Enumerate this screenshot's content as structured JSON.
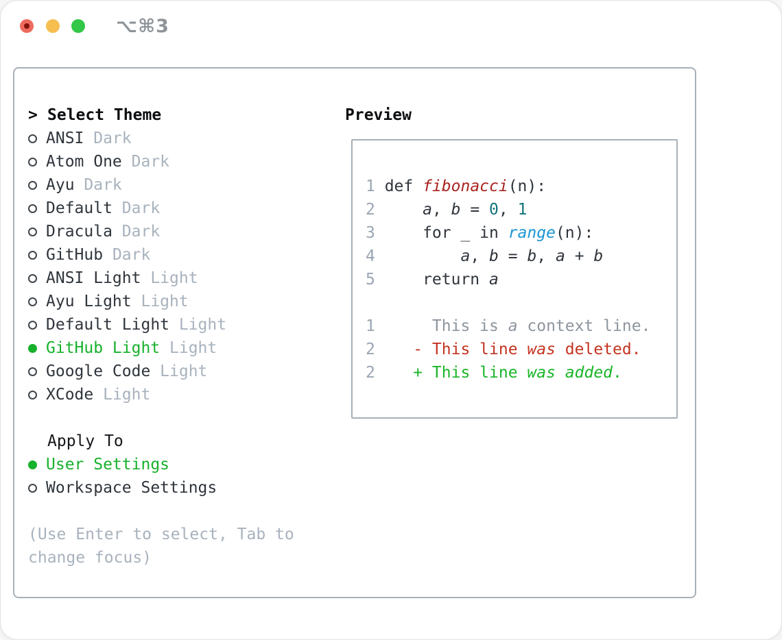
{
  "window": {
    "shortcut": "⌥⌘3"
  },
  "left": {
    "prompt": ">",
    "title": "Select Theme",
    "themes": [
      {
        "name": "ANSI",
        "variant": "Dark",
        "selected": false
      },
      {
        "name": "Atom One",
        "variant": "Dark",
        "selected": false
      },
      {
        "name": "Ayu",
        "variant": "Dark",
        "selected": false
      },
      {
        "name": "Default",
        "variant": "Dark",
        "selected": false
      },
      {
        "name": "Dracula",
        "variant": "Dark",
        "selected": false
      },
      {
        "name": "GitHub",
        "variant": "Dark",
        "selected": false
      },
      {
        "name": "ANSI Light",
        "variant": "Light",
        "selected": false
      },
      {
        "name": "Ayu Light",
        "variant": "Light",
        "selected": false
      },
      {
        "name": "Default Light",
        "variant": "Light",
        "selected": false
      },
      {
        "name": "GitHub Light",
        "variant": "Light",
        "selected": true
      },
      {
        "name": "Google Code",
        "variant": "Light",
        "selected": false
      },
      {
        "name": "XCode",
        "variant": "Light",
        "selected": false
      }
    ],
    "apply_to": {
      "title": "Apply To",
      "options": [
        {
          "label": "User Settings",
          "selected": true
        },
        {
          "label": "Workspace Settings",
          "selected": false
        }
      ]
    },
    "hint_lines": [
      "(Use Enter to select, Tab to",
      "change focus)"
    ]
  },
  "preview": {
    "title": "Preview",
    "code_lines": [
      {
        "num": "1",
        "segments": [
          {
            "text": "def ",
            "style": "plain"
          },
          {
            "text": "fibonacci",
            "style": "func"
          },
          {
            "text": "(n):",
            "style": "plain"
          }
        ]
      },
      {
        "num": "2",
        "segments": [
          {
            "text": "    ",
            "style": "plain"
          },
          {
            "text": "a",
            "style": "var"
          },
          {
            "text": ", ",
            "style": "plain"
          },
          {
            "text": "b",
            "style": "var"
          },
          {
            "text": " = ",
            "style": "plain"
          },
          {
            "text": "0",
            "style": "num"
          },
          {
            "text": ", ",
            "style": "plain"
          },
          {
            "text": "1",
            "style": "num"
          }
        ]
      },
      {
        "num": "3",
        "segments": [
          {
            "text": "    for _ in ",
            "style": "plain"
          },
          {
            "text": "range",
            "style": "builtin"
          },
          {
            "text": "(n):",
            "style": "plain"
          }
        ]
      },
      {
        "num": "4",
        "segments": [
          {
            "text": "        ",
            "style": "plain"
          },
          {
            "text": "a",
            "style": "var"
          },
          {
            "text": ", ",
            "style": "plain"
          },
          {
            "text": "b",
            "style": "var"
          },
          {
            "text": " = ",
            "style": "plain"
          },
          {
            "text": "b",
            "style": "var"
          },
          {
            "text": ", ",
            "style": "plain"
          },
          {
            "text": "a",
            "style": "var"
          },
          {
            "text": " + ",
            "style": "plain"
          },
          {
            "text": "b",
            "style": "var"
          }
        ]
      },
      {
        "num": "5",
        "segments": [
          {
            "text": "    return ",
            "style": "plain"
          },
          {
            "text": "a",
            "style": "var"
          }
        ]
      },
      {
        "num": "",
        "segments": []
      },
      {
        "num": "1",
        "segments": [
          {
            "text": "     This is ",
            "style": "ctx"
          },
          {
            "text": "a",
            "style": "ctx-i"
          },
          {
            "text": " context line.",
            "style": "ctx"
          }
        ]
      },
      {
        "num": "2",
        "segments": [
          {
            "text": "   - This line ",
            "style": "del"
          },
          {
            "text": "was",
            "style": "del-i"
          },
          {
            "text": " deleted.",
            "style": "del"
          }
        ]
      },
      {
        "num": "2",
        "segments": [
          {
            "text": "   + This line ",
            "style": "add"
          },
          {
            "text": "was added",
            "style": "add-i"
          },
          {
            "text": ".",
            "style": "add"
          }
        ]
      }
    ]
  },
  "colors": {
    "accent_green": "#17b12c",
    "panel_border": "#a7b0b8",
    "item_text": "#2f353c",
    "variant_text": "#a8b2bd",
    "hint_text": "#a8b2bd",
    "line_number": "#9aa5b3",
    "code_text": "#2f353c",
    "code_function": "#a92420",
    "code_number": "#11747b",
    "code_builtin": "#1b95d2",
    "diff_context": "#8d959e",
    "diff_deleted": "#c43421",
    "diff_added": "#18b527",
    "titlebar_text": "#8f9499",
    "traffic_red": "#ed6a5e",
    "traffic_yellow": "#f6be50",
    "traffic_green": "#33c748"
  }
}
